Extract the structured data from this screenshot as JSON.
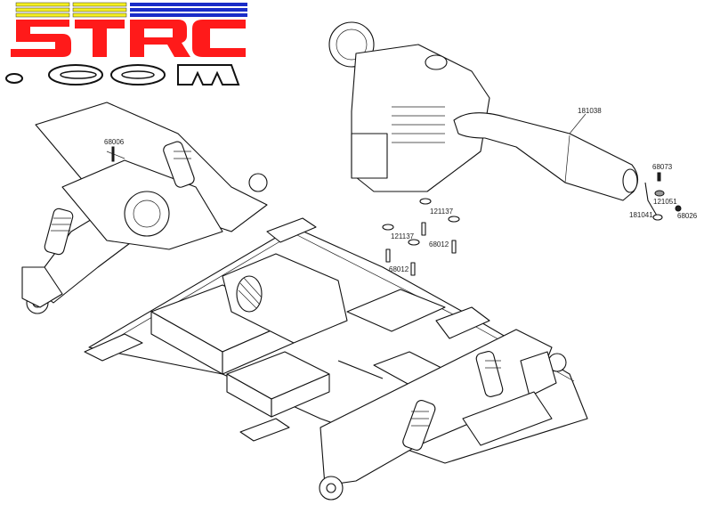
{
  "logo": {
    "text": "5TRC",
    "subtext": ".COM",
    "colors": {
      "red": "#ff1a1a",
      "yellow": "#f5f020",
      "blue": "#1a2cc8"
    }
  },
  "parts": [
    {
      "id": "68006"
    },
    {
      "id": "181038"
    },
    {
      "id": "68073"
    },
    {
      "id": "121051"
    },
    {
      "id": "68026"
    },
    {
      "id": "181041"
    },
    {
      "id": "121137"
    },
    {
      "id": "121137"
    },
    {
      "id": "68012"
    },
    {
      "id": "68012"
    }
  ]
}
